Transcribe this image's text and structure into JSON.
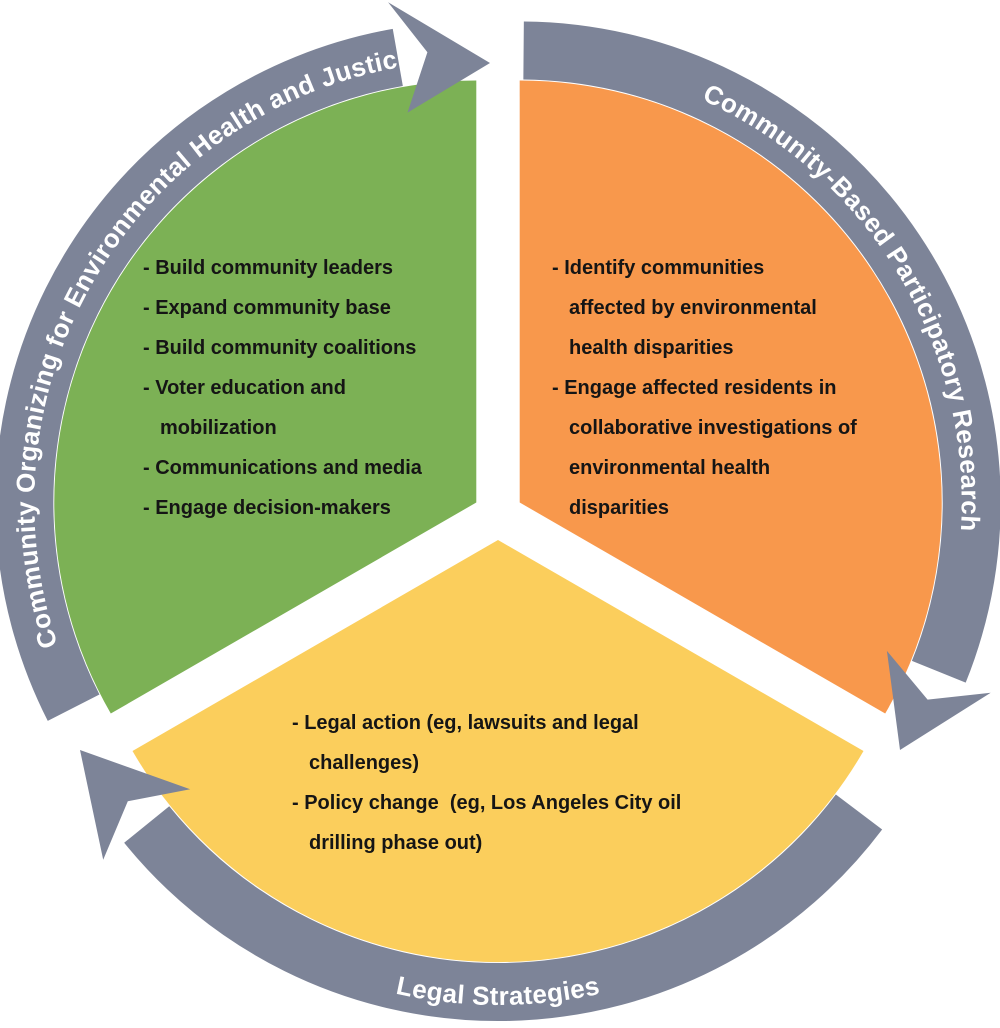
{
  "figure": {
    "type": "cycle-diagram",
    "description": "Three-part circular cycle with clockwise gray arrows"
  },
  "colors": {
    "green": "#7CB155",
    "orange": "#F8984C",
    "yellow": "#FBCE5C",
    "arrow_gray": "#7D8498",
    "label_text": "#FFFFFF",
    "body_text": "#151515"
  },
  "segments": [
    {
      "id": "community-organizing",
      "arc_label": "Community Organizing for Environmental Health and Justice",
      "color_key": "green",
      "lines": [
        "- Build community leaders",
        "- Expand community base",
        "- Build community coalitions",
        "- Voter education and",
        "mobilization",
        "- Communications and media",
        "- Engage decision-makers"
      ]
    },
    {
      "id": "community-based-participatory-research",
      "arc_label": "Community-Based Participatory Research",
      "color_key": "orange",
      "lines": [
        "- Identify communities",
        "affected by environmental",
        "health disparities",
        "- Engage affected residents in",
        "collaborative investigations of",
        "environmental health",
        "disparities"
      ]
    },
    {
      "id": "legal-strategies",
      "arc_label": "Legal Strategies",
      "color_key": "yellow",
      "lines": [
        "- Legal action (eg, lawsuits and legal",
        "challenges)",
        "- Policy change  (eg, Los Angeles City oil",
        "drilling phase out)"
      ]
    }
  ]
}
